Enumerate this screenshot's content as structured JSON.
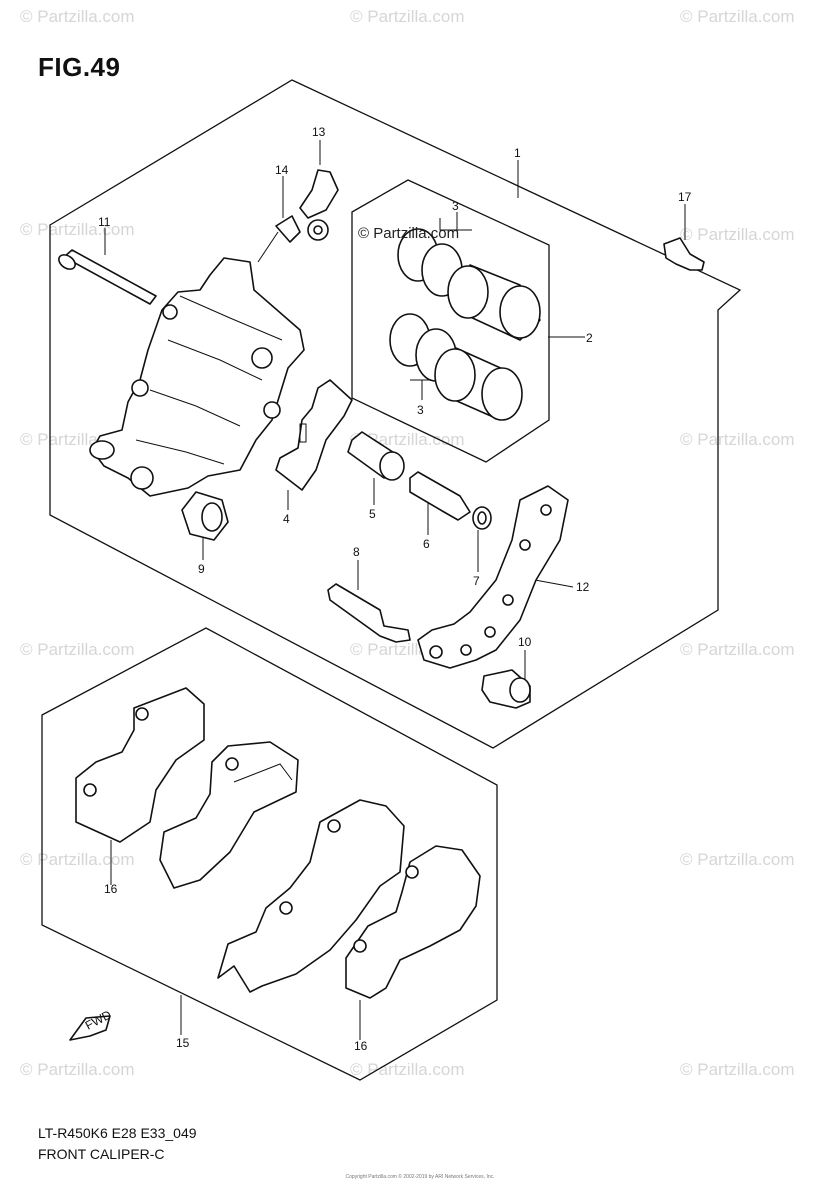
{
  "figure": {
    "title": "FIG.49",
    "model_code": "LT-R450K6 E28 E33_049",
    "caption": "FRONT CALIPER-C",
    "copyright": "Copyright Partzilla.com © 2002-2019 by ARI Network Services, Inc."
  },
  "watermark": {
    "text": "© Partzilla.com",
    "center_text": "© Partzilla.com"
  },
  "fwd_label": "FWD",
  "callouts": [
    "1",
    "2",
    "3",
    "3",
    "4",
    "5",
    "6",
    "7",
    "8",
    "9",
    "10",
    "11",
    "12",
    "13",
    "14",
    "15",
    "16",
    "16",
    "17"
  ]
}
